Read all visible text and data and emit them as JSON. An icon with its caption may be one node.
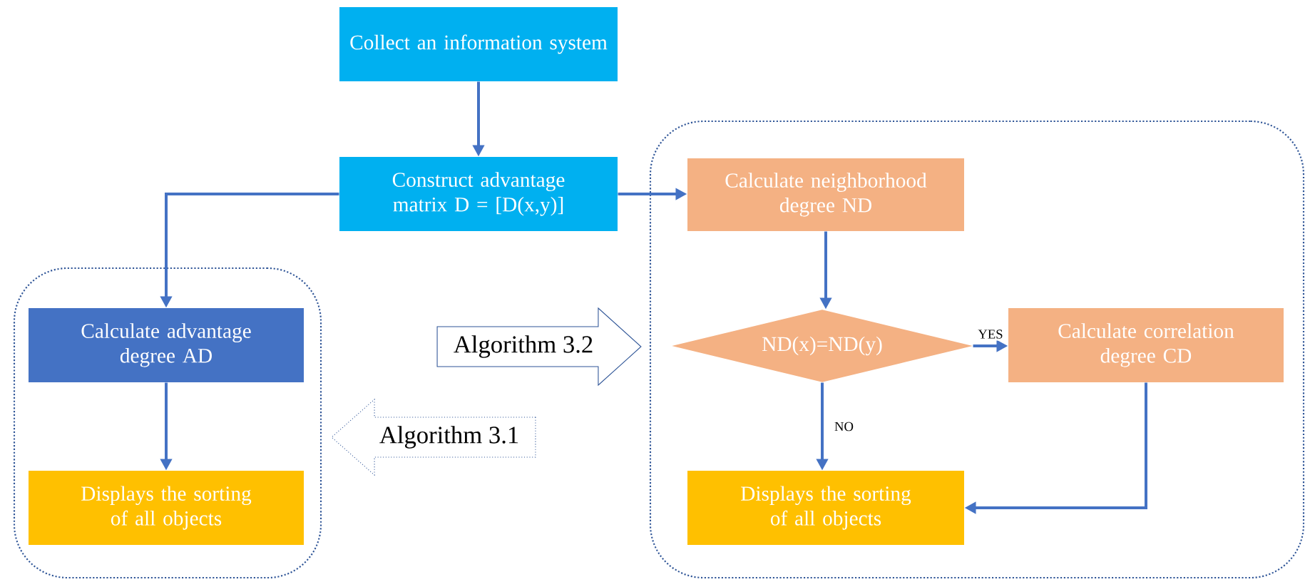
{
  "diagram": {
    "nodes": [
      {
        "text": [
          "Collect an information system"
        ]
      },
      {
        "text": [
          "Construct advantage matrix D = [D(x,y)]"
        ]
      },
      {
        "text": [],
        "shape": "box"
      },
      {
        "text": [
          "Calculate advantage degree AD"
        ],
        "in": 2
      },
      {
        "text": [
          "Displays the sorting of all objects"
        ],
        "in": 2
      },
      {
        "text": [],
        "shape": "box"
      },
      {
        "text": [
          "Calculate neighborhood degree ND"
        ],
        "in": 5
      },
      {
        "text": [
          "ND(x)=ND(y)"
        ],
        "in": 5
      },
      {
        "text": [
          "Calculate correlation degree CD"
        ],
        "in": 5
      },
      {
        "text": [
          "Displays the sorting of all objects"
        ],
        "in": 5
      }
    ],
    "edges": [
      {
        "from": 0,
        "to": 1,
        "arrow": "to"
      },
      {
        "from": 1,
        "to": 3,
        "arrow": "to"
      },
      {
        "from": 1,
        "to": 6,
        "arrow": "to"
      },
      {
        "from": 3,
        "to": 4,
        "arrow": "to"
      },
      {
        "from": 6,
        "to": 7,
        "arrow": "to"
      },
      {
        "from": 7,
        "to": 8,
        "arrow": "to",
        "label": "YES"
      },
      {
        "from": 7,
        "to": 9,
        "arrow": "to",
        "label": "NO"
      },
      {
        "from": 8,
        "to": 9,
        "arrow": "to"
      },
      {
        "from": 2,
        "to": 5,
        "arrow": "to",
        "label": "Algorithm 3.2"
      },
      {
        "from": 5,
        "to": 2,
        "arrow": "to",
        "label": "Algorithm 3.1",
        "style": "dashed"
      }
    ]
  }
}
